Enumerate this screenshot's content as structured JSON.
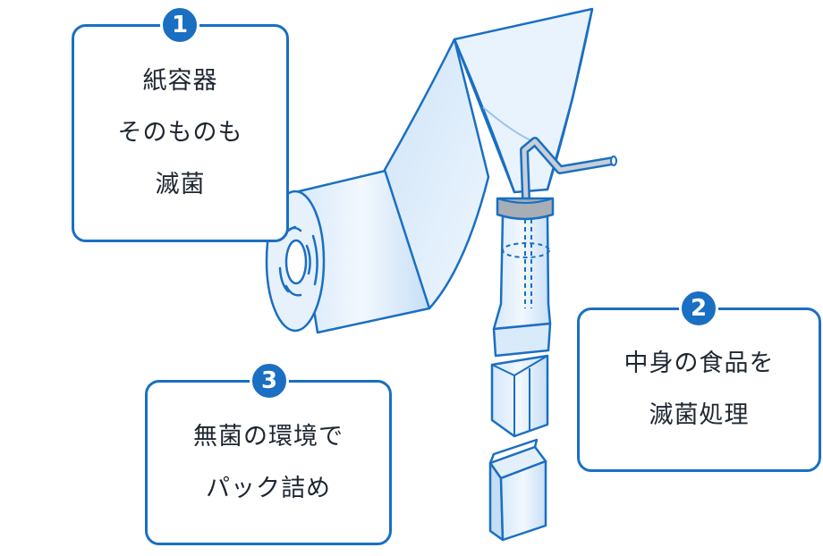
{
  "colors": {
    "accent": "#1a6fc2",
    "outline": "#1a6fc2",
    "film_light": "#e3f0fc",
    "film_mid": "#bcdaf5",
    "text": "#1e2630",
    "band": "#a7aeb6"
  },
  "callouts": [
    {
      "number": "1",
      "lines": [
        "紙容器",
        "そのものも",
        "滅菌"
      ]
    },
    {
      "number": "2",
      "lines": [
        "中身の食品を",
        "滅菌処理"
      ]
    },
    {
      "number": "3",
      "lines": [
        "無菌の環境で",
        "パック詰め"
      ]
    }
  ]
}
